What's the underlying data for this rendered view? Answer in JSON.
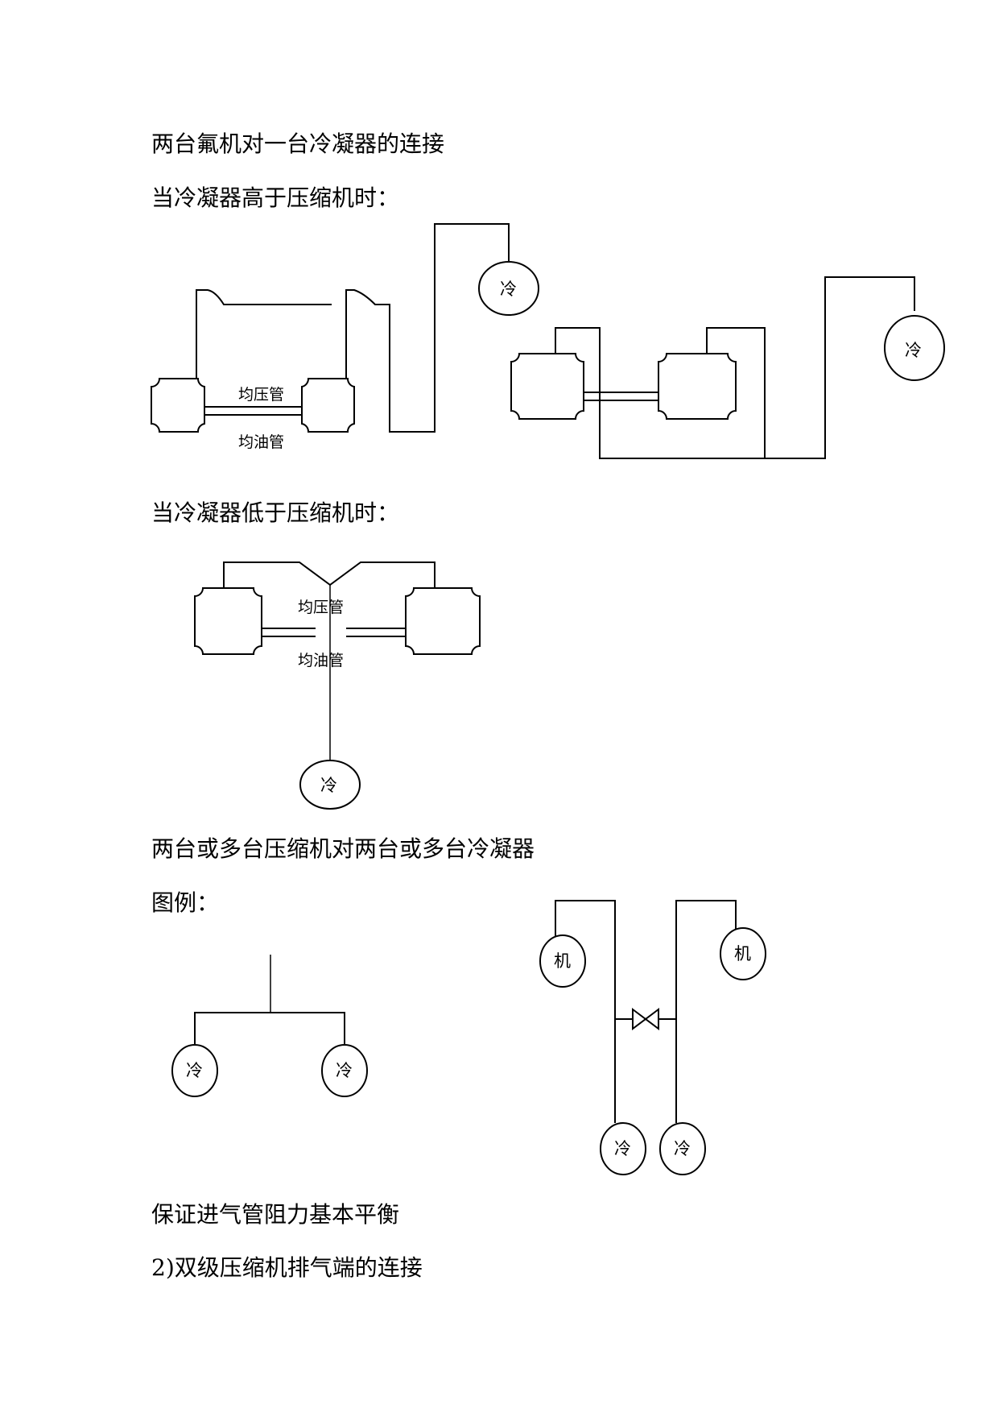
{
  "paragraphs": {
    "p1": "两台氟机对一台冷凝器的连接",
    "p2": "当冷凝器高于压缩机时：",
    "p3": "当冷凝器低于压缩机时：",
    "p4": "两台或多台压缩机对两台或多台冷凝器",
    "p5": "图例：",
    "p6": "保证进气管阻力基本平衡",
    "p7": "2)双级压缩机排气端的连接"
  },
  "diagram_labels": {
    "condenser": "冷",
    "compressor": "机",
    "pressure_pipe": "均压管",
    "oil_pipe": "均油管"
  }
}
